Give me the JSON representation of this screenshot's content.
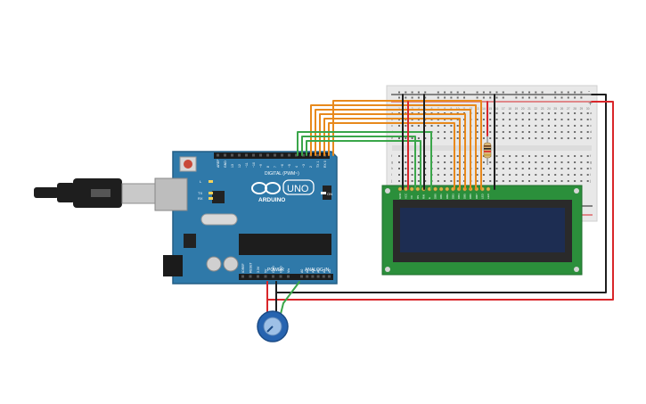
{
  "arduino": {
    "brand": "ARDUINO",
    "model": "UNO",
    "power_label": "POWER",
    "analog_label": "ANALOG IN",
    "digital_label": "DIGITAL (PWM~)",
    "on_label": "ON",
    "header_top": [
      "AREF",
      "GND",
      "13",
      "12",
      "~11",
      "~10",
      "~9",
      "8",
      "7",
      "~6",
      "~5",
      "4",
      "~3",
      "2",
      "TX 1",
      "RX 0"
    ],
    "header_power": [
      "IOREF",
      "RESET",
      "3.3V",
      "5V",
      "GND",
      "GND",
      "Vin"
    ],
    "header_analog": [
      "A0",
      "A1",
      "A2",
      "A3",
      "A4",
      "A5"
    ],
    "led_labels": [
      "L",
      "TX",
      "RX"
    ]
  },
  "breadboard": {
    "row_letters_top": [
      "a",
      "b",
      "c",
      "d",
      "e"
    ],
    "row_letters_bottom": [
      "f",
      "g",
      "h",
      "i",
      "j"
    ],
    "column_numbers": [
      "1",
      "2",
      "3",
      "4",
      "5",
      "6",
      "7",
      "8",
      "9",
      "10",
      "11",
      "12",
      "13",
      "14",
      "15",
      "16",
      "17",
      "18",
      "19",
      "20",
      "21",
      "22",
      "23",
      "24",
      "25",
      "26",
      "27",
      "28",
      "29",
      "30"
    ],
    "rail_signs": [
      "-",
      "+"
    ]
  },
  "lcd": {
    "pin_labels": [
      "GND",
      "VCC",
      "V0",
      "RS",
      "RW",
      "E",
      "DB0",
      "DB1",
      "DB2",
      "DB3",
      "DB4",
      "DB5",
      "DB6",
      "DB7",
      "LED",
      "LED"
    ]
  },
  "colors": {
    "arduino_board": "#2f79a9",
    "breadboard": "#e8e8e8",
    "lcd_pcb": "#2b8f3b",
    "lcd_screen": "#1d2d52",
    "wire_orange": "#e8891c",
    "wire_green": "#3aa64a",
    "wire_red": "#d9262a",
    "wire_black": "#1e1e1e",
    "potentiometer": "#2764b0"
  }
}
